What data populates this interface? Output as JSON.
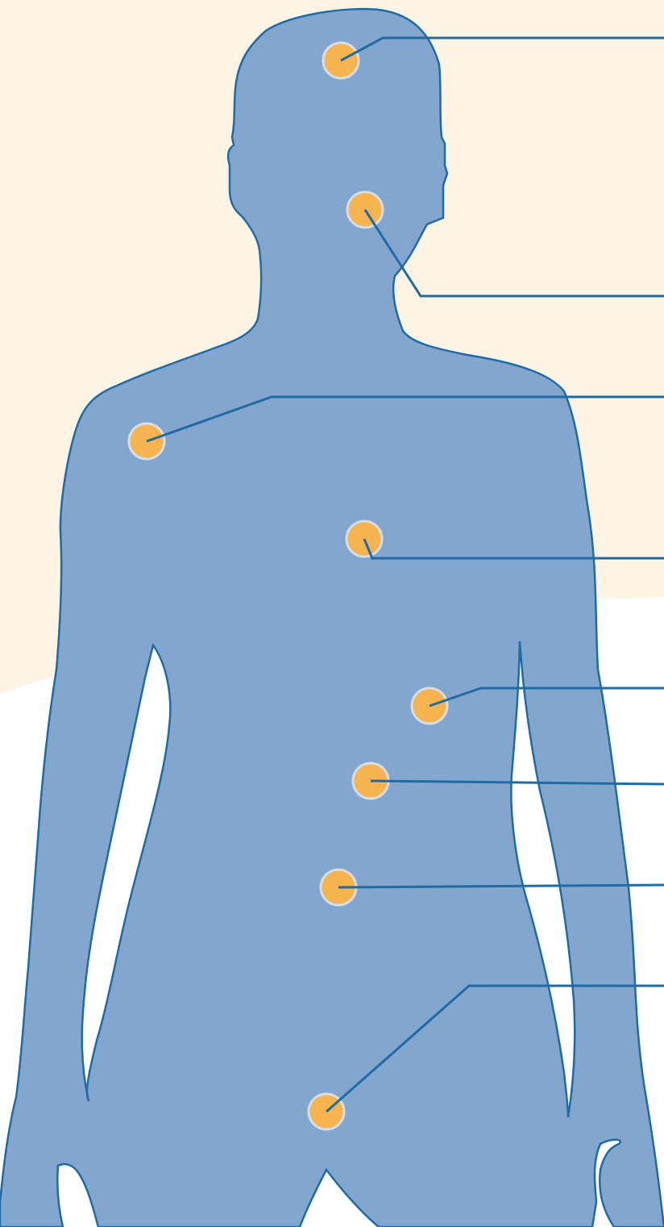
{
  "diagram": {
    "colors": {
      "background": "#ffffff",
      "backdrop": "#fdf4e4",
      "body_fill": "#83a6cf",
      "body_outline": "#1f6ba3",
      "leader_line": "#1f6ba3",
      "marker_fill": "#f5b450",
      "marker_ring": "#d7dde7"
    },
    "figure": "human-silhouette-icon",
    "markers": [
      {
        "name": "head-marker"
      },
      {
        "name": "neck-marker"
      },
      {
        "name": "shoulder-marker"
      },
      {
        "name": "chest-marker"
      },
      {
        "name": "upper-abdomen-marker"
      },
      {
        "name": "mid-abdomen-marker"
      },
      {
        "name": "lower-abdomen-marker"
      },
      {
        "name": "pelvis-marker"
      }
    ]
  }
}
